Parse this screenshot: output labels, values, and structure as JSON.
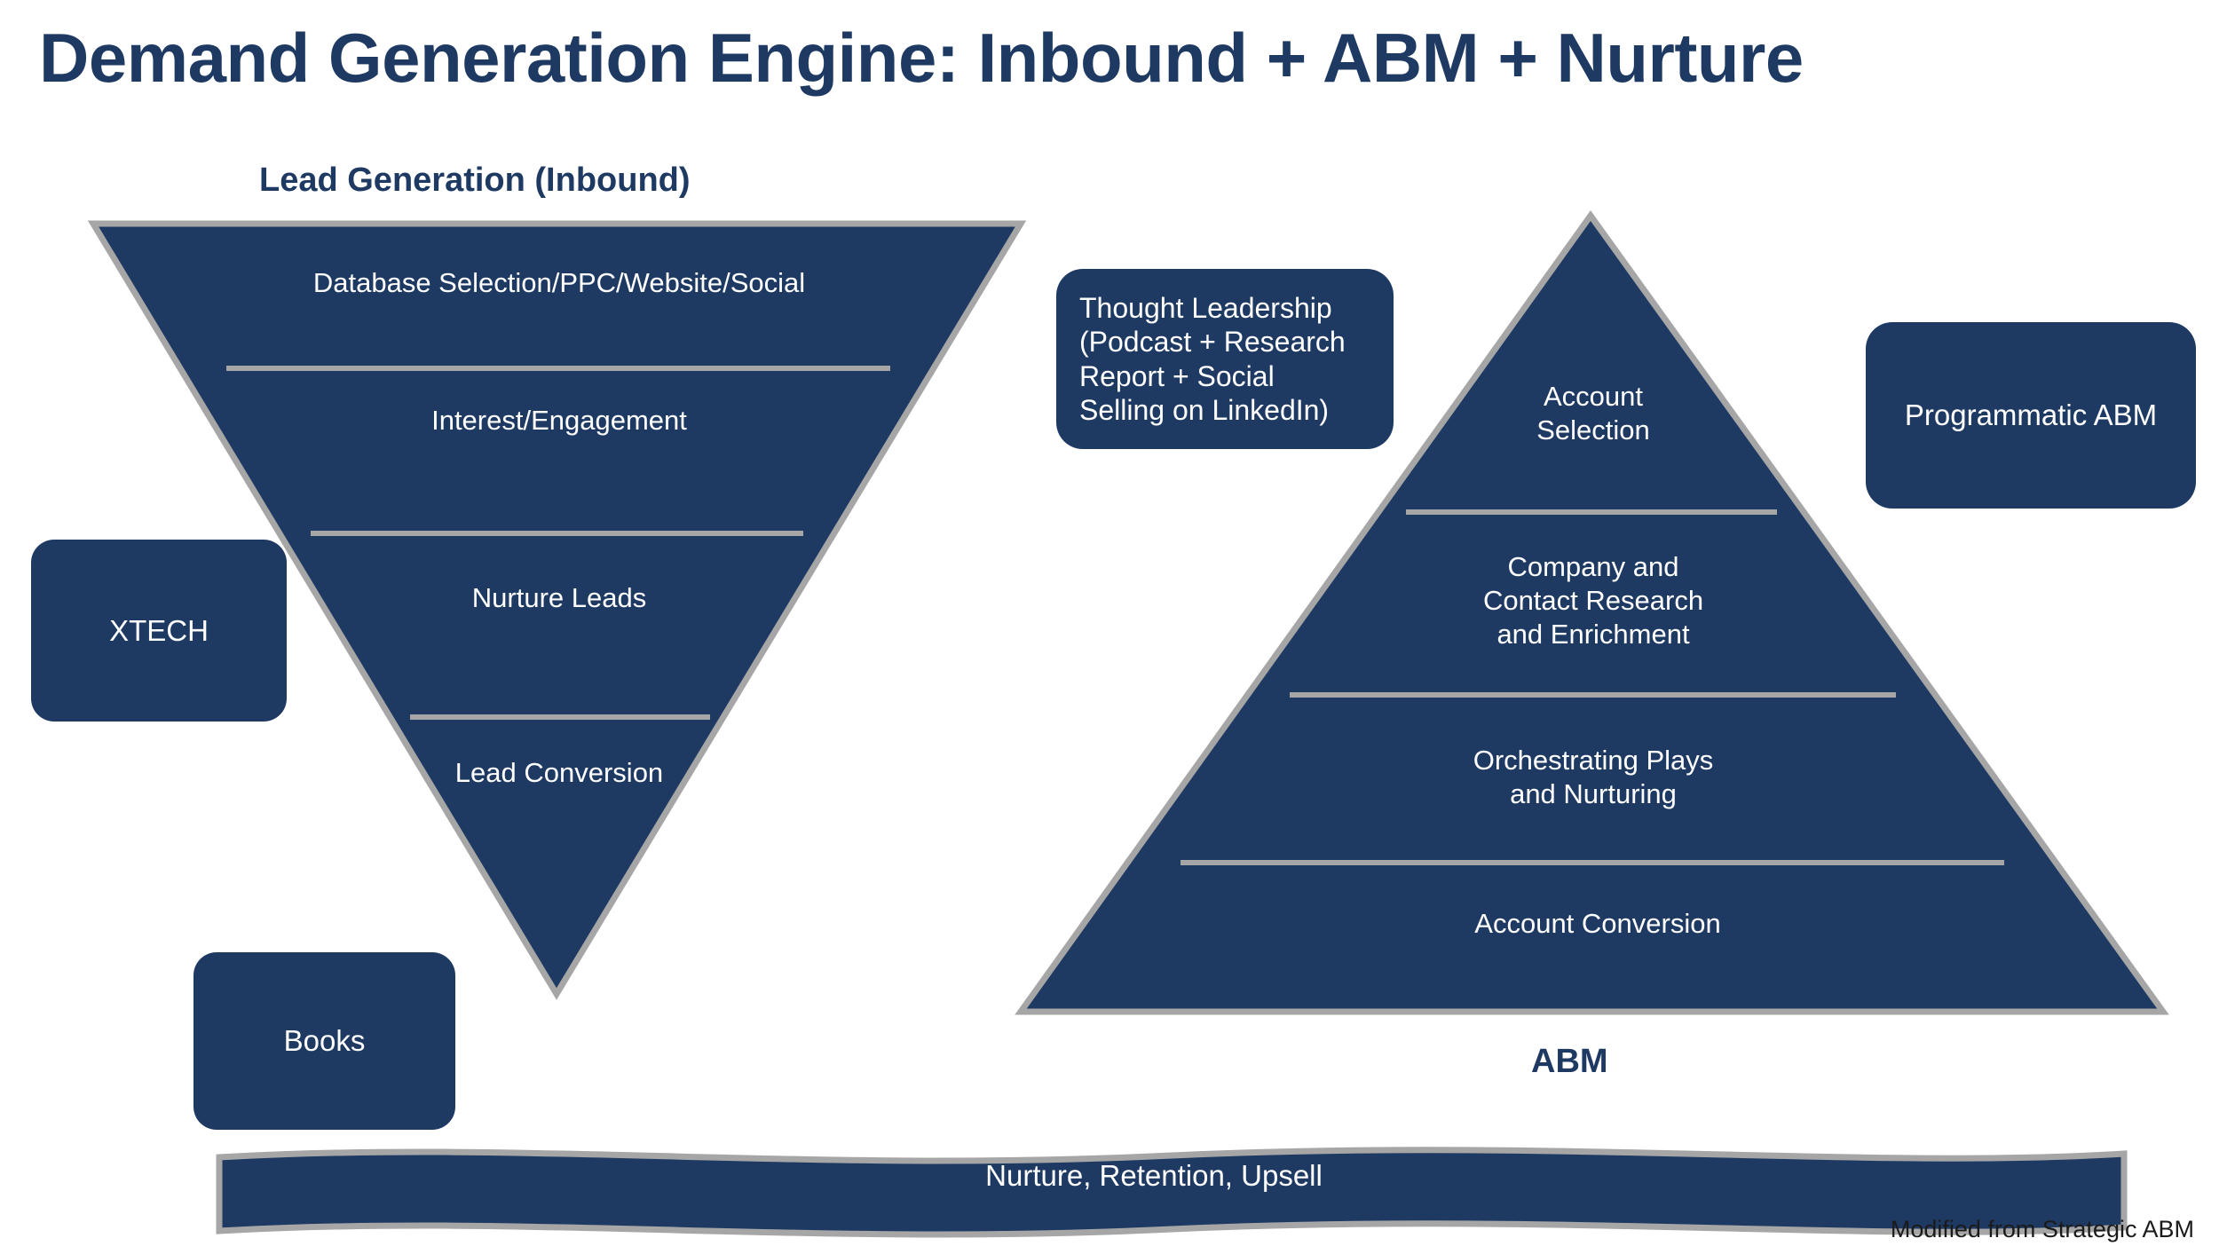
{
  "slide": {
    "title": "Demand Generation Engine: Inbound + ABM + Nurture",
    "footer_note": "Modified from Strategic ABM",
    "accent_color": "#1e3a63",
    "shape_outline_color": "#a6a6a6",
    "text_on_shape_color": "#ffffff",
    "background_color": "#ffffff"
  },
  "captions": {
    "inbound": "Lead Generation (Inbound)",
    "abm": "ABM"
  },
  "funnel": {
    "name": "Lead Generation (Inbound)",
    "stages": [
      "Database Selection/PPC/Website/Social",
      "Interest/Engagement",
      "Nurture Leads",
      "Lead Conversion"
    ]
  },
  "pyramid": {
    "name": "ABM",
    "stages": [
      "Account\nSelection",
      "Company and\nContact Research\nand Enrichment",
      "Orchestrating Plays\nand Nurturing",
      "Account Conversion"
    ]
  },
  "boxes": {
    "thought_leadership": "Thought Leadership\n(Podcast + Research\nReport  + Social\nSelling on LinkedIn)",
    "programmatic_abm": "Programmatic ABM",
    "xtech": "XTECH",
    "books": "Books"
  },
  "band": {
    "label": "Nurture, Retention, Upsell"
  },
  "chart_data": {
    "type": "diagram",
    "title": "Demand Generation Engine: Inbound + ABM + Nurture",
    "elements": [
      {
        "shape": "inverted-funnel",
        "label": "Lead Generation (Inbound)",
        "stages": [
          "Database Selection/PPC/Website/Social",
          "Interest/Engagement",
          "Nurture Leads",
          "Lead Conversion"
        ]
      },
      {
        "shape": "pyramid",
        "label": "ABM",
        "stages": [
          "Account Selection",
          "Company and Contact Research and Enrichment",
          "Orchestrating Plays and Nurturing",
          "Account Conversion"
        ]
      },
      {
        "shape": "rounded-rect",
        "label": "Thought Leadership (Podcast + Research Report  + Social Selling on LinkedIn)"
      },
      {
        "shape": "rounded-rect",
        "label": "Programmatic ABM"
      },
      {
        "shape": "rounded-rect",
        "label": "XTECH"
      },
      {
        "shape": "rounded-rect",
        "label": "Books"
      },
      {
        "shape": "ribbon-band",
        "label": "Nurture, Retention, Upsell"
      }
    ]
  }
}
